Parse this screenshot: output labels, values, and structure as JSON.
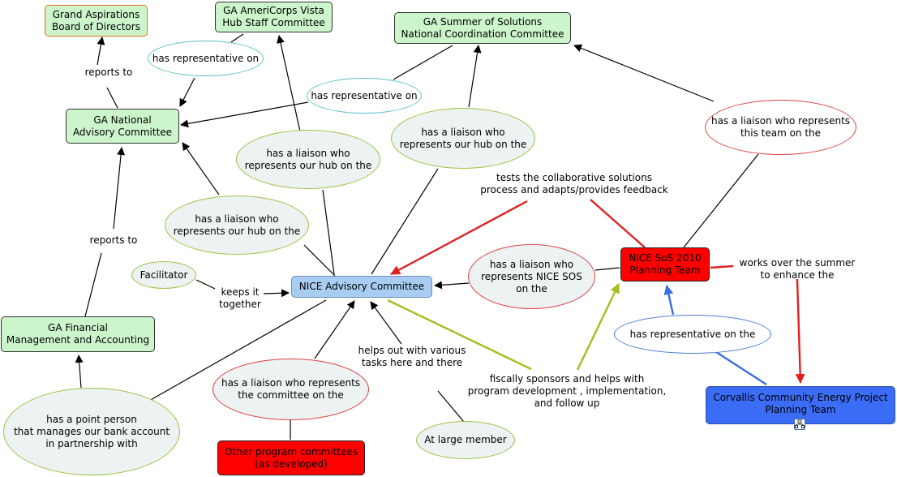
{
  "nodes": {
    "grand_board": "Grand Aspirations\nBoard of Directors",
    "vista_hub": "GA AmeriCorps Vista\nHub Staff Committee",
    "summer_solutions": "GA Summer of Solutions\nNational Coordination Committee",
    "national_advisory": "GA National\nAdvisory Committee",
    "nice_advisory": "NICE Advisory Committee",
    "financial": "GA Financial\nManagement and Accounting",
    "nice_sos": "NICE SoS 2010\nPlanning Team",
    "corvallis": "Corvallis Community Energy Project\nPlanning Team",
    "other_committees": "Other program committees\n(as developed)",
    "facilitator": "Facilitator",
    "at_large": "At large member"
  },
  "phrases": {
    "has_rep_1": "has representative on",
    "has_rep_2": "has representative on",
    "liaison_hub_1": "has a liaison who\nrepresents our hub on the",
    "liaison_hub_2": "has a liaison who\nrepresents our hub on the",
    "liaison_hub_3": "has a liaison who\nrepresents our hub on the",
    "liaison_team": "has a liaison who represents\nthis team on the",
    "liaison_nice_sos": "has a liaison who\nrepresents NICE SOS\non the",
    "liaison_committee": "has a liaison who represents\nthe committee on the",
    "point_person": "has a point person\nthat manages our bank account\nin partnership with",
    "has_rep_the": "has representative on the"
  },
  "labels": {
    "reports_to_1": "reports to",
    "reports_to_2": "reports to",
    "tests": "tests the collaborative solutions\nprocess and adapts/provides feedback",
    "works_over": "works over the summer\nto enhance the",
    "keeps": "keeps it\ntogether",
    "helps_out": "helps out with various\ntasks here and there",
    "fiscally": "fiscally sponsors and helps with\nprogram development , implementation,\nand follow up"
  },
  "colors": {
    "node_green": "#ccf5cc",
    "node_blue": "#a9cdf2",
    "node_red": "#ff0000",
    "node_dark_blue": "#3b6cf5",
    "line_black": "#000000",
    "line_red": "#e02020",
    "line_olive": "#a0c020",
    "line_blue": "#3a6fe0"
  },
  "icons": {
    "corvallis_icon": "submap-icon"
  }
}
